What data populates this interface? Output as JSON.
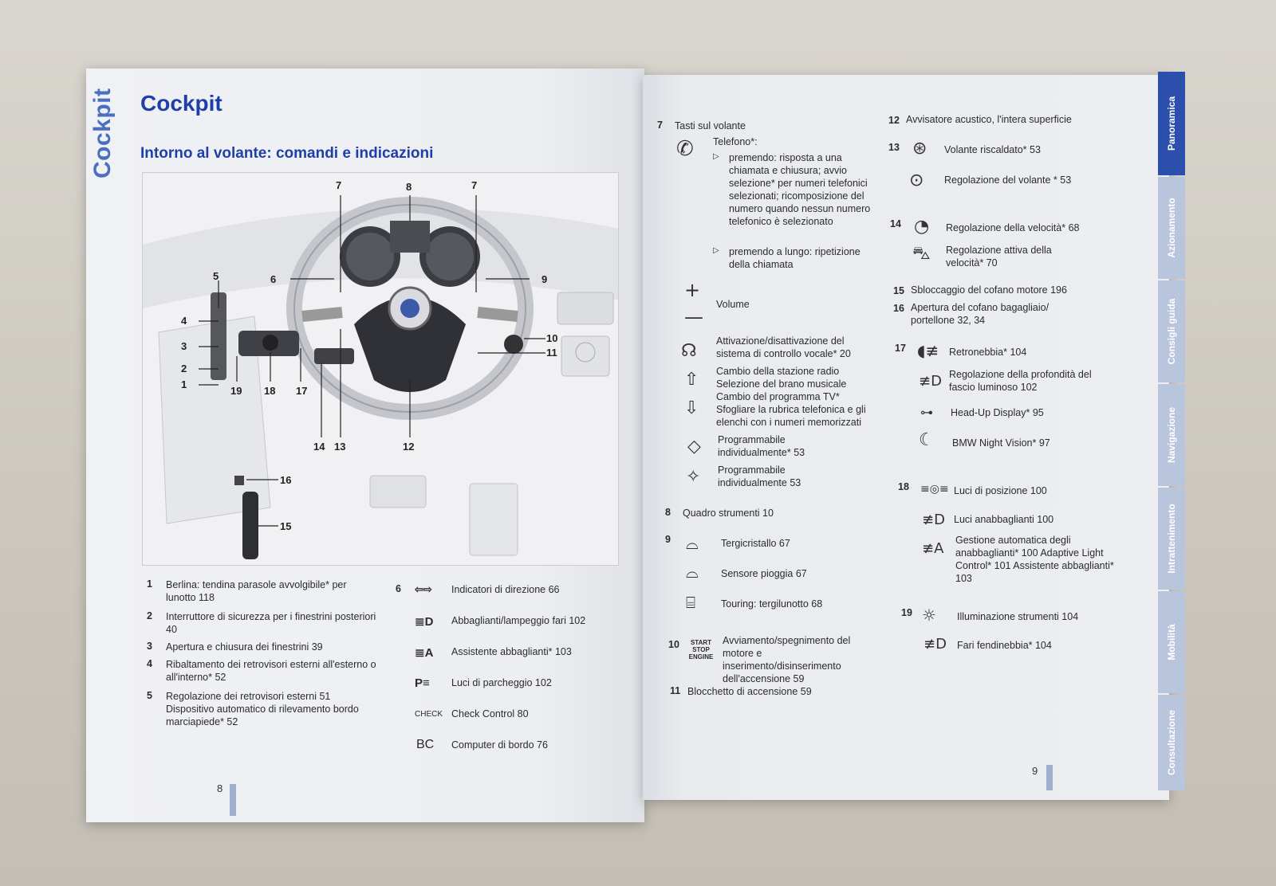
{
  "left": {
    "side_title": "Cockpit",
    "title": "Cockpit",
    "subtitle": "Intorno al volante: comandi e indicazioni",
    "callouts": [
      "7",
      "8",
      "7",
      "6",
      "9",
      "5",
      "4",
      "3",
      "2",
      "1",
      "19",
      "18",
      "17",
      "10",
      "11",
      "14",
      "13",
      "12",
      "16",
      "15"
    ],
    "items": [
      {
        "n": "1",
        "text": "Berlina: tendina parasole avvolgibile* per lunotto  118"
      },
      {
        "n": "2",
        "text": "Interruttore di sicurezza per i finestrini posteriori  40"
      },
      {
        "n": "3",
        "text": "Apertura e chiusura dei finestrini  39"
      },
      {
        "n": "4",
        "text": "Ribaltamento dei retrovisori esterni all'esterno o all'interno*  52"
      },
      {
        "n": "5",
        "text": "Regolazione dei retrovisori esterni  51 Dispositivo automatico di rilevamento bordo marciapiede*  52"
      }
    ],
    "item6_num": "6",
    "item6": [
      {
        "icon": "⇦⇨",
        "text": "Indicatori di direzione  66"
      },
      {
        "icon": "≣D",
        "text": "Abbaglianti/lampeggio fari  102"
      },
      {
        "icon": "≣A",
        "text": "Assistente abbaglianti*  103"
      },
      {
        "icon": "P≡",
        "text": "Luci di parcheggio  102"
      },
      {
        "icon": "CHECK",
        "text": "Check Control  80"
      },
      {
        "icon": "BC",
        "text": "Computer di bordo  76"
      }
    ],
    "page_number": "8"
  },
  "right": {
    "col1": {
      "item7_num": "7",
      "item7_title": "Tasti sul volante",
      "phone_label": "Telefono*:",
      "phone_bullets": [
        "premendo: risposta a una chiamata e chiusura; avvio selezione* per numeri telefonici selezionati; ricomposizione del numero quando nessun numero telefonico è selezionato",
        "premendo a lungo: ripetizione della chiamata"
      ],
      "volume": "Volume",
      "voice": "Attivazione/disattivazione del sistema di controllo vocale*  20",
      "up_down": "Cambio della stazione radio Selezione del brano musicale Cambio del programma TV* Sfogliare la rubrica telefonica e gli elenchi con i numeri memorizzati",
      "prog1": "Programmabile individualmente*  53",
      "prog2": "Programmabile individualmente  53",
      "item8": {
        "n": "8",
        "text": "Quadro strumenti  10"
      },
      "item9_num": "9",
      "item9": [
        {
          "text": "Tergicristallo  67"
        },
        {
          "text": "Sensore pioggia  67"
        },
        {
          "text": "Touring: tergilunotto  68"
        }
      ],
      "item10": {
        "n": "10",
        "icon": "START STOP ENGINE",
        "text": "Avviamento/spegnimento del motore e inserimento/disinserimento dell'accensione  59"
      },
      "item11": {
        "n": "11",
        "text": "Blocchetto di accensione  59"
      }
    },
    "col2": {
      "item12": {
        "n": "12",
        "text": "Avvisatore acustico, l'intera superficie"
      },
      "item13_num": "13",
      "item13": [
        {
          "text": "Volante riscaldato*  53"
        },
        {
          "text": "Regolazione del volante *  53"
        }
      ],
      "item14_num": "14",
      "item14": [
        {
          "text": "Regolazione della velocità*  68"
        },
        {
          "text": "Regolazione attiva della velocità*  70"
        }
      ],
      "item15": {
        "n": "15",
        "text": "Sbloccaggio del cofano motore  196"
      },
      "item16": {
        "n": "16",
        "text": "Apertura del cofano bagagliaio/ portellone  32, 34"
      },
      "item17_num": "17",
      "item17": [
        {
          "text": "Retronebbia*  104"
        },
        {
          "text": "Regolazione della profondità del fascio luminoso  102"
        },
        {
          "text": "Head-Up Display*  95"
        },
        {
          "text": "BMW Night Vision*  97"
        }
      ],
      "item18_num": "18",
      "item18": [
        {
          "text": "Luci di posizione  100"
        },
        {
          "text": "Luci anabbaglianti  100"
        },
        {
          "text": "Gestione automatica degli anabbaglianti*  100 Adaptive Light Control*  101 Assistente abbaglianti*  103"
        }
      ],
      "item19_num": "19",
      "item19": [
        {
          "text": "Illuminazione strumenti  104"
        },
        {
          "text": "Fari fendinebbia*  104"
        }
      ]
    },
    "page_number": "9",
    "tabs": [
      "Panoramica",
      "Azionamento",
      "Consigli guida",
      "Navigazione",
      "Intrattenimento",
      "Mobilità",
      "Consultazione"
    ]
  },
  "colors": {
    "accent": "#1f3fa8",
    "tab_active": "#2c4fae",
    "tab_inactive": "#b9c5dd"
  }
}
